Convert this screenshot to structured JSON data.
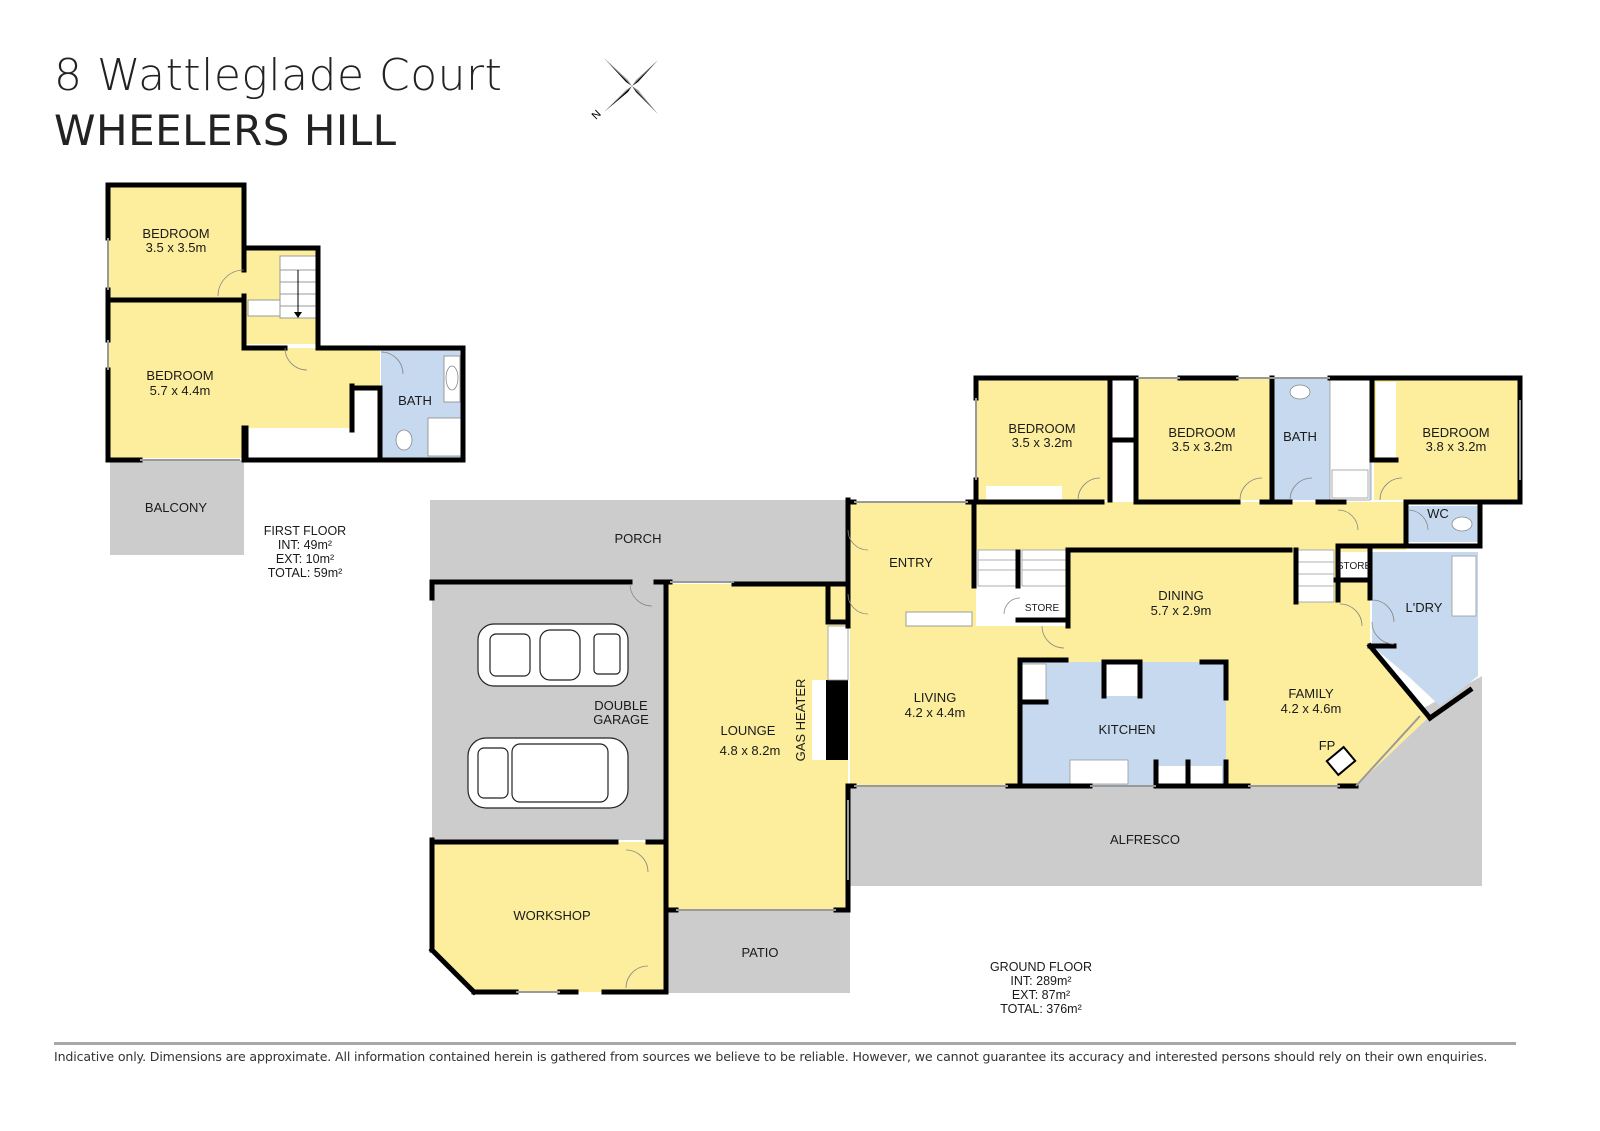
{
  "header": {
    "address_line": "8 Wattleglade Court",
    "suburb": "WHEELERS HILL"
  },
  "compass": {
    "icon": "north-compass-icon",
    "north_label": "N"
  },
  "colors": {
    "interior": "#fcee9d",
    "wet_area": "#c6d9ee",
    "exterior": "#cccccc",
    "wall": "#000000",
    "joinery": "#ffffff"
  },
  "first_floor": {
    "rooms": {
      "bedroom_1": {
        "name": "BEDROOM",
        "dims": "3.5 x 3.5m"
      },
      "bedroom_2": {
        "name": "BEDROOM",
        "dims": "5.7 x 4.4m"
      },
      "bath": {
        "name": "BATH"
      },
      "balcony": {
        "name": "BALCONY"
      }
    },
    "summary": {
      "title": "FIRST FLOOR",
      "int": "INT: 49m²",
      "ext": "EXT: 10m²",
      "total": "TOTAL: 59m²"
    }
  },
  "ground_floor": {
    "rooms": {
      "bedroom_a": {
        "name": "BEDROOM",
        "dims": "3.5 x 3.2m"
      },
      "bedroom_b": {
        "name": "BEDROOM",
        "dims": "3.5 x 3.2m"
      },
      "bath": {
        "name": "BATH"
      },
      "bedroom_c": {
        "name": "BEDROOM",
        "dims": "3.8 x 3.2m"
      },
      "wc": {
        "name": "WC"
      },
      "porch": {
        "name": "PORCH"
      },
      "entry": {
        "name": "ENTRY"
      },
      "store_1": {
        "name": "STORE"
      },
      "store_2": {
        "name": "STORE"
      },
      "dining": {
        "name": "DINING",
        "dims": "5.7 x 2.9m"
      },
      "laundry": {
        "name": "L'DRY"
      },
      "double_garage": {
        "name_1": "DOUBLE",
        "name_2": "GARAGE"
      },
      "lounge": {
        "name": "LOUNGE",
        "dims": "4.8 x 8.2m"
      },
      "gas_heater": {
        "name": "GAS HEATER"
      },
      "living": {
        "name": "LIVING",
        "dims": "4.2 x 4.4m"
      },
      "kitchen": {
        "name": "KITCHEN"
      },
      "family": {
        "name": "FAMILY",
        "dims": "4.2 x 4.6m"
      },
      "fireplace": {
        "name": "FP"
      },
      "alfresco": {
        "name": "ALFRESCO"
      },
      "workshop": {
        "name": "WORKSHOP"
      },
      "patio": {
        "name": "PATIO"
      }
    },
    "summary": {
      "title": "GROUND FLOOR",
      "int": "INT: 289m²",
      "ext": "EXT: 87m²",
      "total": "TOTAL: 376m²"
    }
  },
  "footer": {
    "disclaimer": "Indicative only. Dimensions are approximate. All information contained herein is gathered from sources we believe to be reliable. However, we cannot guarantee its accuracy and interested persons should rely on their own enquiries."
  }
}
